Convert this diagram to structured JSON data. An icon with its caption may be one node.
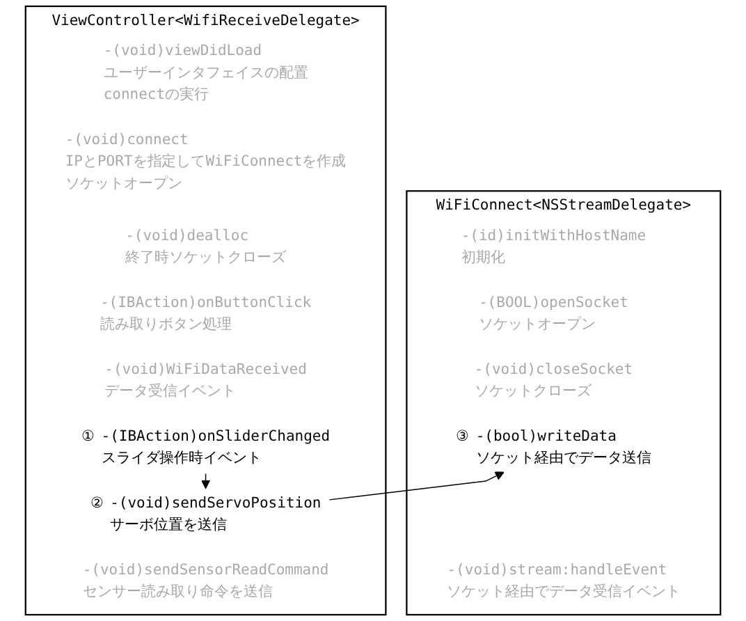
{
  "diagram": {
    "nodes": [
      {
        "text": [
          "ViewController<WifiReceiveDelegate>"
        ]
      },
      {
        "text": [
          "-(void)viewDidLoad",
          "ユーザーインタフェイスの配置",
          "connectの実行"
        ],
        "in": 0
      },
      {
        "text": [
          "-(void)connect",
          "IPとPORTを指定してWiFiConnectを作成",
          "ソケットオープン"
        ],
        "in": 0
      },
      {
        "text": [
          "-(void)dealloc",
          "終了時ソケットクローズ"
        ],
        "in": 0
      },
      {
        "text": [
          "-(IBAction)onButtonClick",
          "読み取りボタン処理"
        ],
        "in": 0
      },
      {
        "text": [
          "-(void)WiFiDataReceived",
          "データ受信イベント"
        ],
        "in": 0
      },
      {
        "text": [
          "-(IBAction)onSliderChanged",
          "スライダ操作時イベント"
        ],
        "in": 0,
        "beside": [
          "①"
        ]
      },
      {
        "text": [
          "-(void)sendServoPosition",
          "サーボ位置を送信"
        ],
        "in": 0,
        "beside": [
          "②"
        ]
      },
      {
        "text": [
          "-(void)sendSensorReadCommand",
          "センサー読み取り命令を送信"
        ],
        "in": 0
      },
      {
        "text": [
          "WiFiConnect<NSStreamDelegate>"
        ]
      },
      {
        "text": [
          "-(id)initWithHostName",
          "初期化"
        ],
        "in": 9
      },
      {
        "text": [
          "-(BOOL)openSocket",
          "ソケットオープン"
        ],
        "in": 9
      },
      {
        "text": [
          "-(void)closeSocket",
          "ソケットクローズ"
        ],
        "in": 9
      },
      {
        "text": [
          "-(bool)writeData",
          "ソケット経由でデータ送信"
        ],
        "in": 9,
        "beside": [
          "③"
        ]
      },
      {
        "text": [
          "-(void)stream:handleEvent",
          "ソケット経由でデータ受信イベント"
        ],
        "in": 9
      }
    ],
    "edges": [
      {
        "from": 6,
        "to": 7,
        "arrow": "to"
      },
      {
        "from": 7,
        "to": 13,
        "arrow": "to"
      }
    ]
  }
}
